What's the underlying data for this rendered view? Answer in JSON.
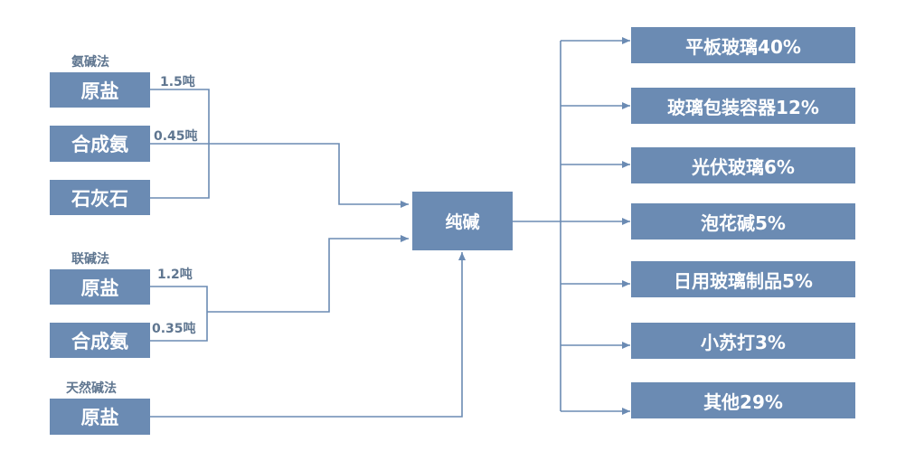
{
  "methods": {
    "ammonia": {
      "title": "氨碱法",
      "inputs": [
        {
          "label": "原盐",
          "amount": "1.5吨"
        },
        {
          "label": "合成氨",
          "amount": "0.45吨"
        },
        {
          "label": "石灰石"
        }
      ]
    },
    "combined": {
      "title": "联碱法",
      "inputs": [
        {
          "label": "原盐",
          "amount": "1.2吨"
        },
        {
          "label": "合成氨",
          "amount": "0.35吨"
        }
      ]
    },
    "natural": {
      "title": "天然碱法",
      "inputs": [
        {
          "label": "原盐"
        }
      ]
    }
  },
  "center": {
    "label": "纯碱"
  },
  "outputs": [
    {
      "label": "平板玻璃40%"
    },
    {
      "label": "玻璃包装容器12%"
    },
    {
      "label": "光伏玻璃6%"
    },
    {
      "label": "泡花碱5%"
    },
    {
      "label": "日用玻璃制品5%"
    },
    {
      "label": "小苏打3%"
    },
    {
      "label": "其他29%"
    }
  ],
  "colors": {
    "box": "#6b8bb3",
    "line": "#6b8bb3",
    "label": "#5f7690"
  }
}
